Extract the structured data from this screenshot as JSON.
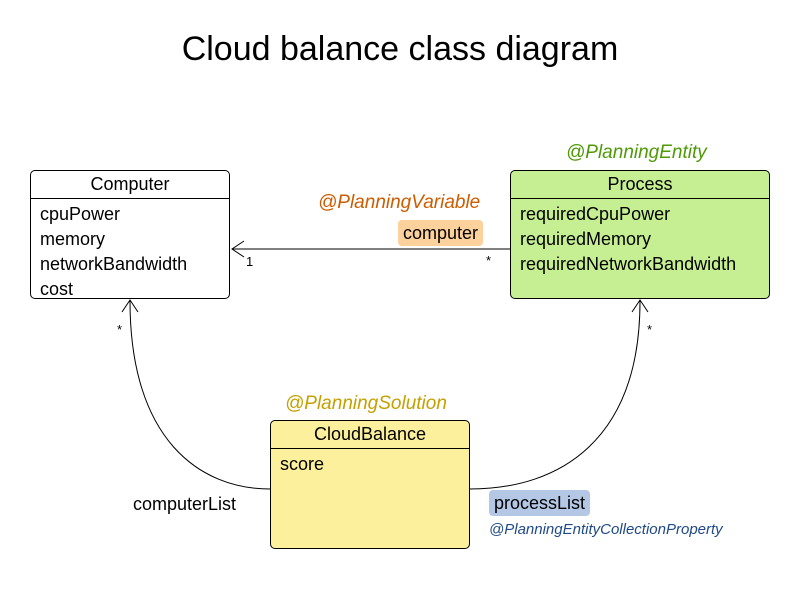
{
  "title": "Cloud balance class diagram",
  "classes": {
    "computer": {
      "name": "Computer",
      "attributes": [
        "cpuPower",
        "memory",
        "networkBandwidth",
        "cost"
      ],
      "fill": "#ffffff"
    },
    "process": {
      "name": "Process",
      "attributes": [
        "requiredCpuPower",
        "requiredMemory",
        "requiredNetworkBandwidth"
      ],
      "fill": "#c5ef92"
    },
    "cloud_balance": {
      "name": "CloudBalance",
      "attributes": [
        "score"
      ],
      "fill": "#fcf09c"
    }
  },
  "annotations": {
    "planning_entity": "@PlanningEntity",
    "planning_variable": "@PlanningVariable",
    "planning_solution": "@PlanningSolution",
    "planning_entity_collection_property": "@PlanningEntityCollectionProperty"
  },
  "relations": {
    "process_to_computer": {
      "role": "computer",
      "source_multiplicity": "*",
      "target_multiplicity": "1"
    },
    "cloud_balance_to_computer": {
      "role": "computerList",
      "multiplicity": "*"
    },
    "cloud_balance_to_process": {
      "role": "processList",
      "multiplicity": "*"
    }
  },
  "colors": {
    "planning_entity": "#4e9a06",
    "planning_variable": "#ce5c00",
    "planning_solution": "#c4a000",
    "planning_entity_collection_property": "#204a87",
    "computer_tag": "#fcd19c",
    "process_list_tag": "#b4c8e6"
  }
}
